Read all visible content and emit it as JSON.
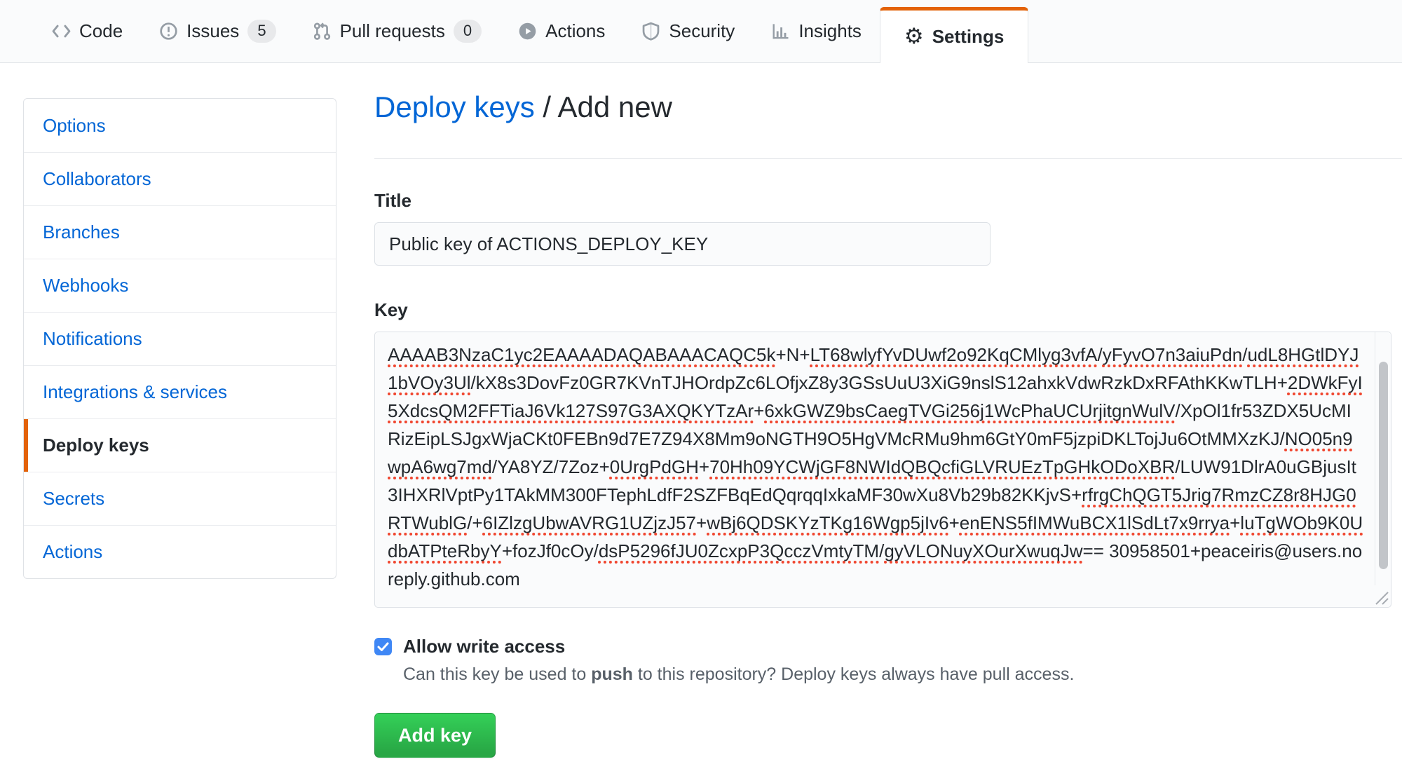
{
  "nav": {
    "tabs": [
      {
        "label": "Code",
        "icon": "code-icon"
      },
      {
        "label": "Issues",
        "icon": "issue-opened-icon",
        "count": "5"
      },
      {
        "label": "Pull requests",
        "icon": "git-pull-request-icon",
        "count": "0"
      },
      {
        "label": "Actions",
        "icon": "play-icon"
      },
      {
        "label": "Security",
        "icon": "shield-icon"
      },
      {
        "label": "Insights",
        "icon": "graph-icon"
      },
      {
        "label": "Settings",
        "icon": "gear-icon",
        "active": true
      }
    ]
  },
  "sidebar": {
    "items": [
      {
        "label": "Options"
      },
      {
        "label": "Collaborators"
      },
      {
        "label": "Branches"
      },
      {
        "label": "Webhooks"
      },
      {
        "label": "Notifications"
      },
      {
        "label": "Integrations & services"
      },
      {
        "label": "Deploy keys",
        "active": true
      },
      {
        "label": "Secrets"
      },
      {
        "label": "Actions"
      }
    ]
  },
  "main": {
    "breadcrumb": {
      "link": "Deploy keys",
      "separator": " / ",
      "current": "Add new"
    },
    "title_field": {
      "label": "Title",
      "value": "Public key of ACTIONS_DEPLOY_KEY"
    },
    "key_field": {
      "label": "Key",
      "value": "AAAAB3NzaC1yc2EAAAADAQABAAACAQC5k+N+LT68wlyfYvDUwf2o92KqCMlyg3vfA/yFyvO7n3aiuPdn/udL8HGtlDYJ1bVOy3Ul/kX8s3DovFz0GR7KVnTJHOrdpZc6LOfjxZ8y3GSsUuU3XiG9nslS12ahxkVdwRzkDxRFAthKKwTLH+2DWkFyI5XdcsQM2FFTiaJ6Vk127S97G3AXQKYTzAr+6xkGWZ9bsCaegTVGi256j1WcPhaUCUrjitgnWulV/XpOl1fr53ZDX5UcMIRizEipLSJgxWjaCKt0FEBn9d7E7Z94X8Mm9oNGTH9O5HgVMcRMu9hm6GtY0mF5jzpiDKLTojJu6OtMMXzKJ/NO05n9wpA6wg7md/YA8YZ/7Zoz+0UrgPdGH+70Hh09YCWjGF8NWIdQBQcfiGLVRUEzTpGHkODoXBR/LUW91DlrA0uGBjusIt3IHXRlVptPy1TAkMM300FTephLdfF2SZFBqEdQqrqqIxkaMF30wXu8Vb29b82KKjvS+rfrgChQGT5Jrig7RmzCZ8r8HJG0RTWublG/+6IZlzgUbwAVRG1UZjzJ57+wBj6QDSKYzTKg16Wgp5jIv6+enENS5fIMWuBCX1lSdLt7x9rrya+luTgWOb9K0UdbATPteRbyY+fozJf0cOy/dsP5296fJU0ZcxpP3QcczVmtyTM/gyVLONuyXOurXwuqJw== 30958501+peaceiris@users.noreply.github.com",
      "segments": [
        {
          "t": "AAAAB3NzaC1yc2EAAAADAQABAAACAQC5k",
          "u": true
        },
        {
          "t": "+N+",
          "u": false
        },
        {
          "t": "LT68wlyfYvDUwf2o92KqCMlyg3vfA",
          "u": true
        },
        {
          "t": "/",
          "u": false
        },
        {
          "t": "yFyvO7n3aiuPdn",
          "u": true
        },
        {
          "t": "/",
          "u": false
        },
        {
          "t": "udL8HGtlDYJ1bVOy3Ul",
          "u": true
        },
        {
          "t": "/",
          "u": false
        },
        {
          "t": "kX8s3DovFz0GR7KVnTJHOrdpZc6LOfjxZ8y3GSsUuU3XiG9nslS12ahxkVdwRzkDxRFAthKKwTLH",
          "u": false
        },
        {
          "t": "+",
          "u": false
        },
        {
          "t": "2DWkFyI5XdcsQM2FFTiaJ6Vk127S97G3AXQKYTzAr",
          "u": true
        },
        {
          "t": "+",
          "u": false
        },
        {
          "t": "6xkGWZ9bsCaegTVGi256j1WcPhaUCUrjitgnWulV",
          "u": true
        },
        {
          "t": "/",
          "u": false
        },
        {
          "t": "XpOl1fr53ZDX5UcMIRizEipLSJgxWjaCKt0FEBn9d7E7Z94X8Mm9oNGTH9O5HgVMcRMu9hm6GtY0mF5jzpiDKLTojJu6OtMMXzKJ",
          "u": false
        },
        {
          "t": "/",
          "u": false
        },
        {
          "t": "NO05n9wpA6wg7md",
          "u": true
        },
        {
          "t": "/",
          "u": false
        },
        {
          "t": "YA8YZ",
          "u": false
        },
        {
          "t": "/",
          "u": false
        },
        {
          "t": "7Zoz",
          "u": false
        },
        {
          "t": "+",
          "u": false
        },
        {
          "t": "0UrgPdGH",
          "u": true
        },
        {
          "t": "+",
          "u": false
        },
        {
          "t": "70Hh09YCWjGF8NWIdQBQcfiGLVRUEzTpGHkODoXBR",
          "u": true
        },
        {
          "t": "/",
          "u": false
        },
        {
          "t": "LUW91DlrA0uGBjusIt3IHXRlVptPy1TAkMM300FTephLdfF2SZFBqEdQqrqqIxkaMF30wXu8Vb29b82KKjvS",
          "u": false
        },
        {
          "t": "+",
          "u": false
        },
        {
          "t": "rfrgChQGT5Jrig7RmzCZ8r8HJG0RTWublG",
          "u": true
        },
        {
          "t": "/+",
          "u": false
        },
        {
          "t": "6IZlzgUbwAVRG1UZjzJ57",
          "u": true
        },
        {
          "t": "+",
          "u": false
        },
        {
          "t": "wBj6QDSKYzTKg16Wgp5jIv6",
          "u": true
        },
        {
          "t": "+",
          "u": false
        },
        {
          "t": "enENS5fIMWuBCX1lSdLt7x9rrya",
          "u": true
        },
        {
          "t": "+",
          "u": false
        },
        {
          "t": "luTgWOb9K0UdbATPteRbyY",
          "u": true
        },
        {
          "t": "+",
          "u": false
        },
        {
          "t": "fozJf0cOy",
          "u": false
        },
        {
          "t": "/",
          "u": false
        },
        {
          "t": "dsP5296fJU0ZcxpP3QcczVmtyTM",
          "u": true
        },
        {
          "t": "/",
          "u": false
        },
        {
          "t": "gyVLONuyXOurXwuqJw",
          "u": true
        },
        {
          "t": "== ",
          "u": false
        },
        {
          "t": "30958501+peaceiris@users.noreply.github.com",
          "u": false
        }
      ]
    },
    "write_access": {
      "label": "Allow write access",
      "checked": true,
      "description_pre": "Can this key be used to ",
      "description_bold": "push",
      "description_post": " to this repository? Deploy keys always have pull access."
    },
    "submit_label": "Add key"
  },
  "colors": {
    "accent_orange": "#e36209",
    "link_blue": "#0366d6",
    "button_green": "#28a745",
    "checkbox_blue": "#3f87f5",
    "spellcheck_red": "#f0452e"
  }
}
